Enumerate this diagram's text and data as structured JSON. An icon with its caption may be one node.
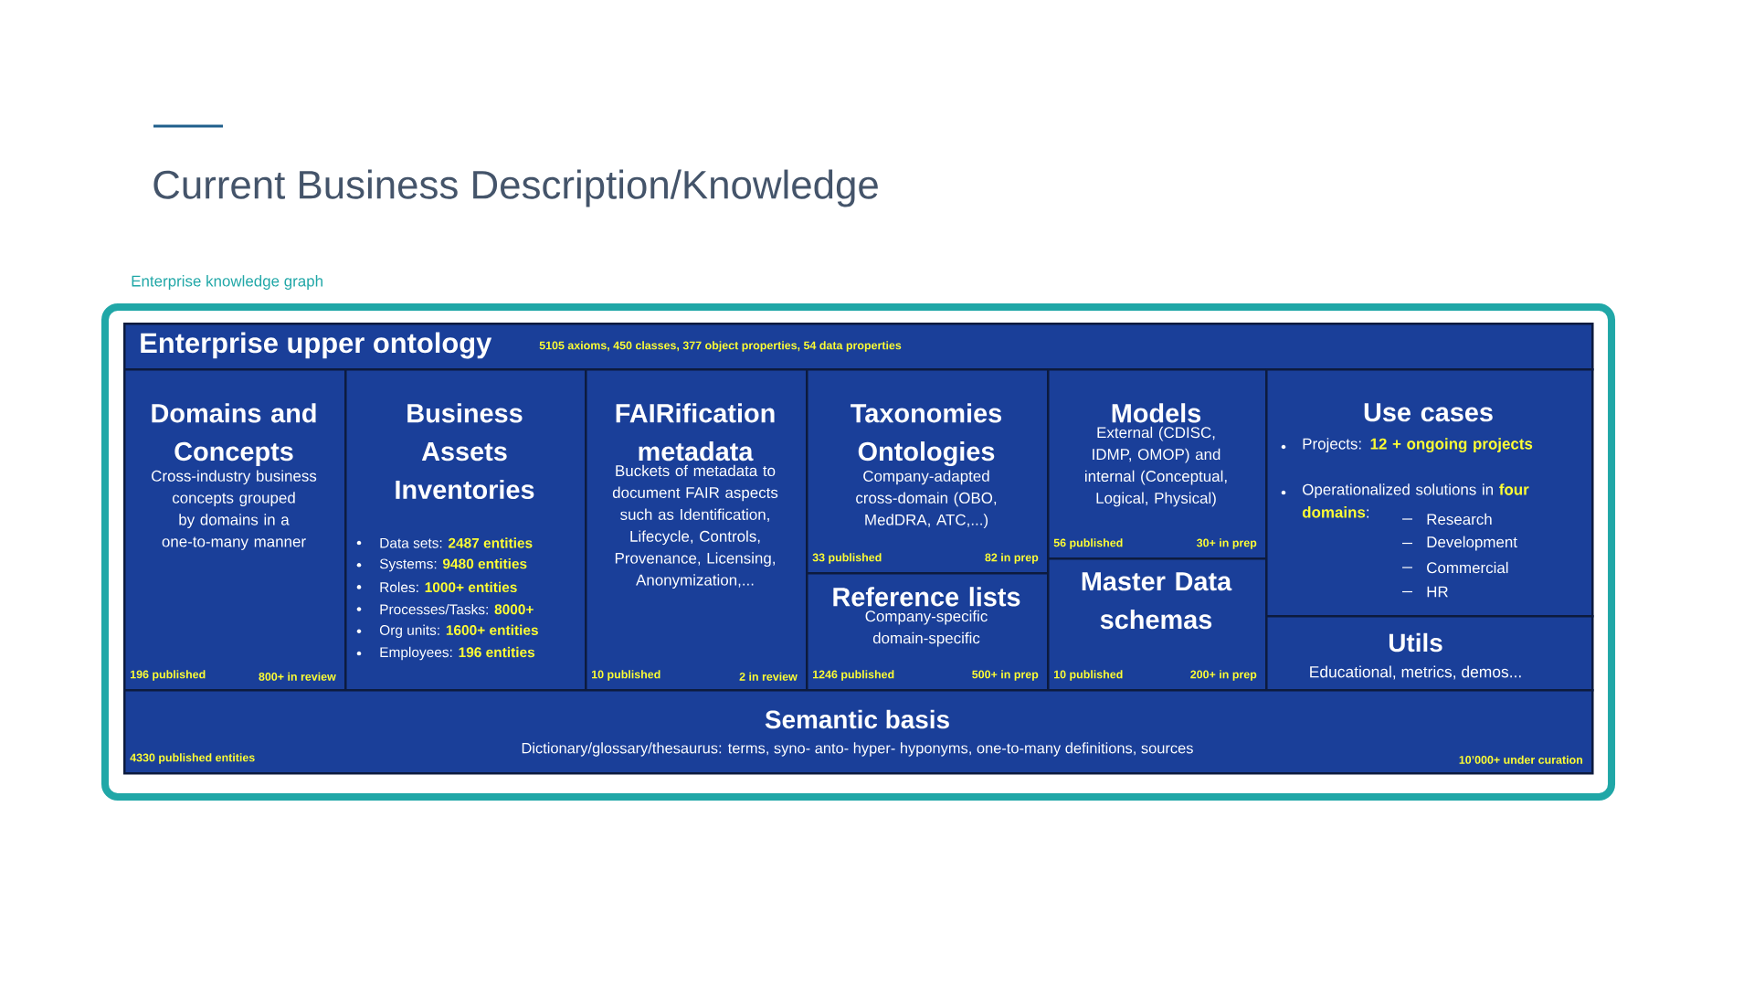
{
  "diagram": {
    "title": "Current Business Description/Knowledge",
    "nodes": [
      {
        "text": [
          "Enterprise knowledge graph"
        ]
      },
      {
        "text": [
          "Enterprise upper ontology",
          "5105 axioms,  450 classes, 377 object properties, 54 data properties"
        ],
        "in": 0
      },
      {
        "text": [
          "Domains and Concepts",
          "Cross-industry business concepts grouped by domains in a one-to-many manner",
          "196 published",
          "800+ in review"
        ],
        "in": 0
      },
      {
        "text": [
          "Business Assets Inventories",
          "Data sets: **2487 entities**",
          "Systems: **9480 entities**",
          "Roles: **1000+ entities**",
          "Processes/Tasks: **8000+**",
          "Org units: **1600+ entities**",
          "Employees: **196 entities**"
        ],
        "in": 0
      },
      {
        "text": [
          "FAIRification metadata",
          "Buckets of metadata to document FAIR aspects such as Identification, Lifecycle, Controls, Provenance, Licensing, Anonymization,...",
          "10 published",
          "2 in review"
        ],
        "in": 0
      },
      {
        "text": [
          "Taxonomies Ontologies",
          "Company-adapted cross-domain (OBO, MedDRA, ATC,...)",
          "33 published",
          "82 in prep"
        ],
        "in": 0
      },
      {
        "text": [
          "Reference lists",
          "Company-specific domain-specific",
          "1246 published",
          "500+ in prep"
        ],
        "in": 0
      },
      {
        "text": [
          "Models",
          "External (CDISC, IDMP, OMOP) and internal (Conceptual, Logical, Physical)",
          "56 published",
          "30+ in prep"
        ],
        "in": 0
      },
      {
        "text": [
          "Master Data schemas",
          "10 published",
          "200+ in prep"
        ],
        "in": 0
      },
      {
        "text": [
          "Use cases",
          "Projects: **12 + ongoing projects**",
          "Operationalized solutions in **four domains**:",
          "Research",
          "Development",
          "Commercial",
          "HR"
        ],
        "in": 0
      },
      {
        "text": [
          "Utils",
          "Educational, metrics, demos..."
        ],
        "in": 0
      },
      {
        "text": [
          "Semantic basis",
          "Dictionary/glossary/thesaurus: terms, syno- anto- hyper- hyponyms, one-to-many definitions, sources",
          "4330 published entities",
          "10’000+ under curation"
        ],
        "in": 0
      }
    ]
  }
}
